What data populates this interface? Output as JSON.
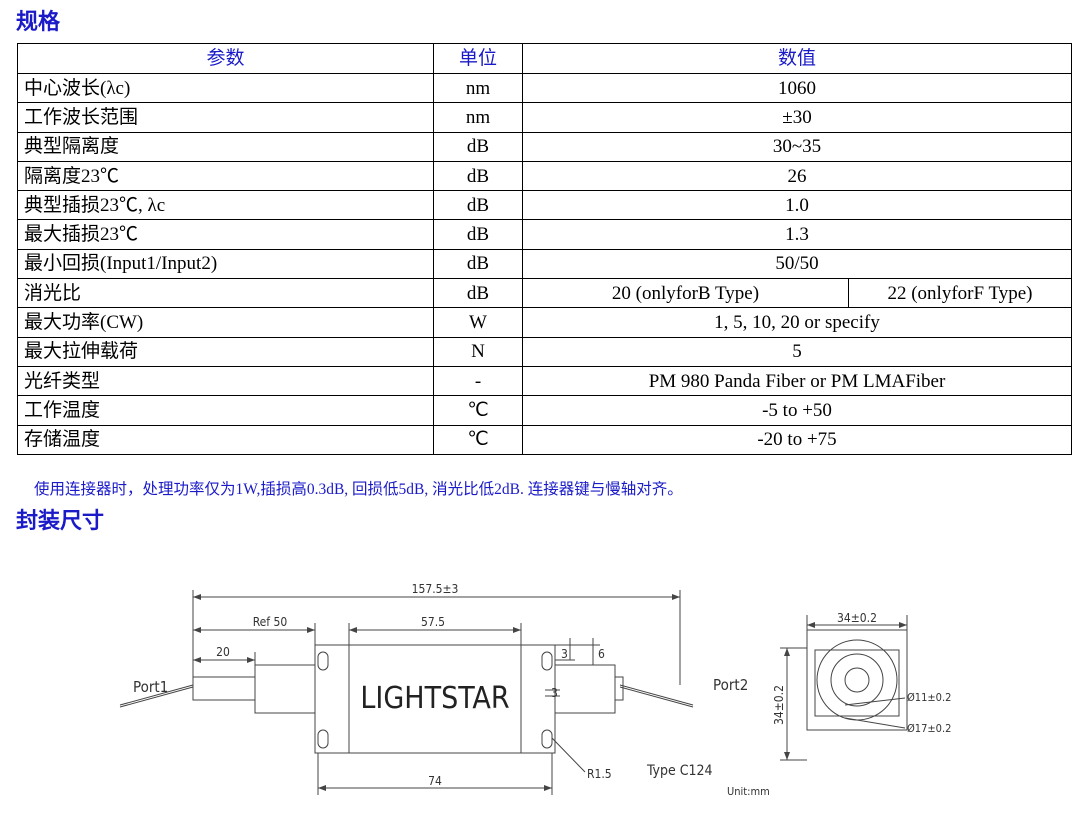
{
  "title_spec": "规格",
  "title_package": "封装尺寸",
  "table": {
    "headers": [
      "参数",
      "单位",
      "数值"
    ],
    "rows": [
      {
        "name": "中心波长(λc)",
        "unit": "nm",
        "value": "1060"
      },
      {
        "name": "工作波长范围",
        "unit": "nm",
        "value": "±30"
      },
      {
        "name": "典型隔离度",
        "unit": "dB",
        "value": "30~35"
      },
      {
        "name": "隔离度23℃",
        "unit": "dB",
        "value": "26"
      },
      {
        "name": "典型插损23℃, λc",
        "unit": "dB",
        "value": "1.0"
      },
      {
        "name": "最大插损23℃",
        "unit": "dB",
        "value": "1.3"
      },
      {
        "name": "最小回损(Input1/Input2)",
        "unit": "dB",
        "value": "50/50"
      },
      {
        "name": "消光比",
        "unit": "dB",
        "value_a": "20 (onlyforB Type)",
        "value_b": "22 (onlyforF Type)"
      },
      {
        "name": "最大功率(CW)",
        "unit": "W",
        "value": "1, 5, 10, 20 or specify"
      },
      {
        "name": "最大拉伸载荷",
        "unit": "N",
        "value": "5"
      },
      {
        "name": "光纤类型",
        "unit": "-",
        "value": "PM 980 Panda Fiber or PM LMAFiber"
      },
      {
        "name": "工作温度",
        "unit": "℃",
        "value": "-5 to +50"
      },
      {
        "name": "存储温度",
        "unit": "℃",
        "value": "-20 to +75"
      }
    ]
  },
  "note": "使用连接器时，处理功率仅为1W,插损高0.3dB, 回损低5dB, 消光比低2dB. 连接器键与慢轴对齐。",
  "drawing": {
    "brand": "LIGHTSTAR",
    "port1": "Port1",
    "port2": "Port2",
    "dim_total": "157.5±3",
    "dim_ref": "Ref 50",
    "dim_body": "57.5",
    "dim_20": "20",
    "dim_74": "74",
    "dim_3a": "3",
    "dim_6": "6",
    "dim_3b": "3",
    "dim_r": "R1.5",
    "type": "Type C124",
    "unit": "Unit:mm",
    "dim_width": "34±0.2",
    "dim_height": "34±0.2",
    "dim_d11": "Ø11±0.2",
    "dim_d17": "Ø17±0.2"
  }
}
